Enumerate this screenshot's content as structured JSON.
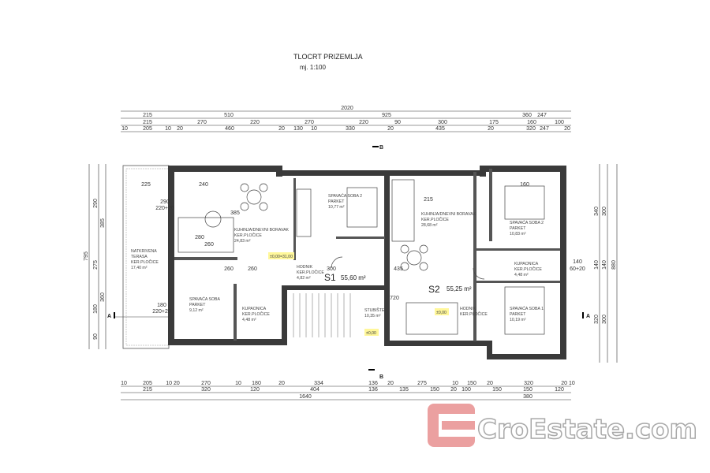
{
  "title": {
    "main": "TLOCRT PRIZEMLJA",
    "scale": "mj. 1:100"
  },
  "dimensions_top": {
    "row1": [
      "2020"
    ],
    "row2": [
      "215",
      "510",
      "925",
      "360",
      "247"
    ],
    "row3": [
      "215",
      "270",
      "220",
      "270",
      "220",
      "90",
      "300",
      "175",
      "160",
      "100"
    ],
    "row4": [
      "10",
      "205",
      "10",
      "20",
      "460",
      "20",
      "130",
      "10",
      "330",
      "20",
      "435",
      "20",
      "320",
      "247",
      "20"
    ]
  },
  "dimensions_bottom": {
    "row1": [
      "10",
      "205",
      "10 20",
      "270",
      "10",
      "180",
      "20",
      "334",
      "136",
      "20",
      "275",
      "10",
      "150",
      "20",
      "320",
      "20 10"
    ],
    "row2": [
      "215",
      "320",
      "120",
      "404",
      "136",
      "135",
      "150",
      "20",
      "100",
      "150",
      "150",
      "120"
    ],
    "row3": [
      "1640",
      "380"
    ]
  },
  "dimensions_left": [
    "795",
    "290",
    "275",
    "180",
    "90",
    "385",
    "360"
  ],
  "dimensions_right": [
    "340",
    "300",
    "140",
    "140",
    "880",
    "320",
    "300"
  ],
  "section_marks": {
    "a": "A",
    "b": "B"
  },
  "units": {
    "s1": {
      "name": "S1",
      "area": "55,60 m²"
    },
    "s2": {
      "name": "S2",
      "area": "55,25 m²"
    }
  },
  "rooms": {
    "terrace": [
      "NATKRIVENA",
      "TERASA",
      "KER.PLOČICE",
      "17,40 m²"
    ],
    "s1_kitchen": [
      "KUHINJA/DNEVNI BORAVAK",
      "KER.PLOČICE",
      "24,83 m²"
    ],
    "s1_bedroom2": [
      "SPAVAĆA SOBA 2",
      "PARKET",
      "10,77 m²"
    ],
    "s1_hall": [
      "HODNIK",
      "KER.PLOČICE",
      "4,82 m²"
    ],
    "s1_bedroom": [
      "SPAVAĆA SOBA",
      "PARKET",
      "9,12 m²"
    ],
    "s1_bath": [
      "KUPAONICA",
      "KER.PLOČICE",
      "4,48 m²"
    ],
    "stairs": [
      "STUBIŠTE",
      "10,35 m²"
    ],
    "s2_kitchen": [
      "KUHINJA/DNEVNI BORAVAK",
      "KER.PLOČICE",
      "28,68 m²"
    ],
    "s2_bedroom2": [
      "SPAVAĆA SOBA 2",
      "PARKET",
      "10,83 m²"
    ],
    "s2_bath": [
      "KUPAONICA",
      "KER.PLOČICE",
      "4,48 m²"
    ],
    "s2_hall": [
      "HODNIK",
      "KER.PLOČICE"
    ],
    "s2_bedroom1": [
      "SPAVAĆA SOBA 1",
      "PARKET",
      "10,19 m²"
    ]
  },
  "levels": {
    "s1": "±0,00=31,00",
    "stairs": "±0,00",
    "s2": "±0,00"
  },
  "inner_dims": [
    "225",
    "240",
    "260",
    "260",
    "280",
    "385",
    "290",
    "220+20",
    "180",
    "220+20",
    "260",
    "300",
    "435",
    "720",
    "215",
    "160",
    "140",
    "60+20"
  ],
  "watermark": {
    "text": "CroEstate.com",
    "color": "#e89090"
  }
}
